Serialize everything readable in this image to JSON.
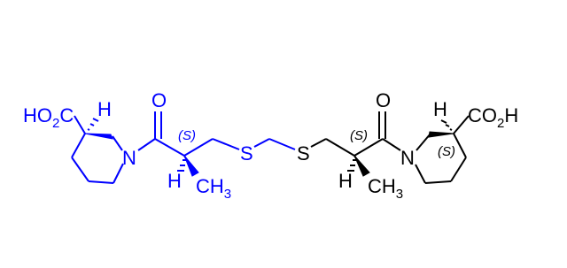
{
  "colors": {
    "left_fragment": "#0000ff",
    "right_fragment": "#000000",
    "background": "#ffffff"
  },
  "left": {
    "acid_prefix": "HO",
    "acid_sub": "2",
    "acid_suffix": "C",
    "h_alpha": "H",
    "n": "N",
    "o": "O",
    "stereo": "(S)",
    "h_beta": "H",
    "ch_main": "CH",
    "ch_sub": "3",
    "s": "S"
  },
  "right": {
    "s": "S",
    "stereo_beta": "(S)",
    "o": "O",
    "h_alpha": "H",
    "acid_main": "CO",
    "acid_sub": "2",
    "acid_suffix": "H",
    "n": "N",
    "stereo_alpha": "(S)",
    "h_beta": "H",
    "ch_main": "CH",
    "ch_sub": "3"
  }
}
